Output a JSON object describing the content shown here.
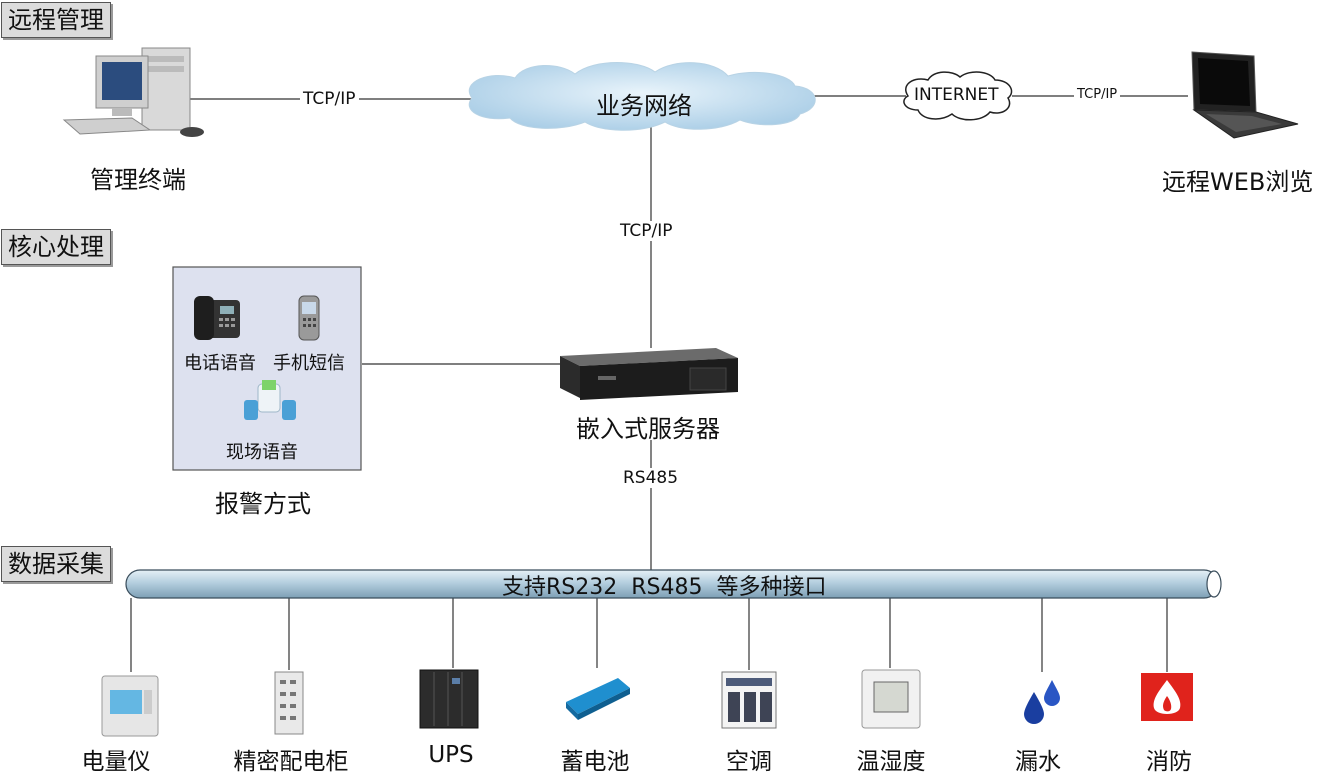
{
  "sections": {
    "remote": "远程管理",
    "core": "核心处理",
    "data": "数据采集"
  },
  "nodes": {
    "mgmt_terminal": "管理终端",
    "business_net": "业务网络",
    "internet": "INTERNET",
    "remote_web": "远程WEB浏览",
    "server": "嵌入式服务器",
    "alarm_mode": "报警方式"
  },
  "alarm": {
    "phone_voice": "电话语音",
    "sms": "手机短信",
    "site_voice": "现场语音"
  },
  "links": {
    "tcp1": "TCP/IP",
    "tcp2": "TCP/IP",
    "tcp3": "TCP/IP",
    "rs485": "RS485"
  },
  "bus": {
    "label": "支持RS232  RS485  等多种接口"
  },
  "devices": [
    {
      "label": "电量仪",
      "icon": "power-meter-icon"
    },
    {
      "label": "精密配电柜",
      "icon": "distribution-cabinet-icon"
    },
    {
      "label": "UPS",
      "icon": "ups-icon"
    },
    {
      "label": "蓄电池",
      "icon": "battery-icon"
    },
    {
      "label": "空调",
      "icon": "air-conditioner-icon"
    },
    {
      "label": "温湿度",
      "icon": "thermo-hygrometer-icon"
    },
    {
      "label": "漏水",
      "icon": "water-leak-icon"
    },
    {
      "label": "消防",
      "icon": "fire-icon"
    }
  ]
}
